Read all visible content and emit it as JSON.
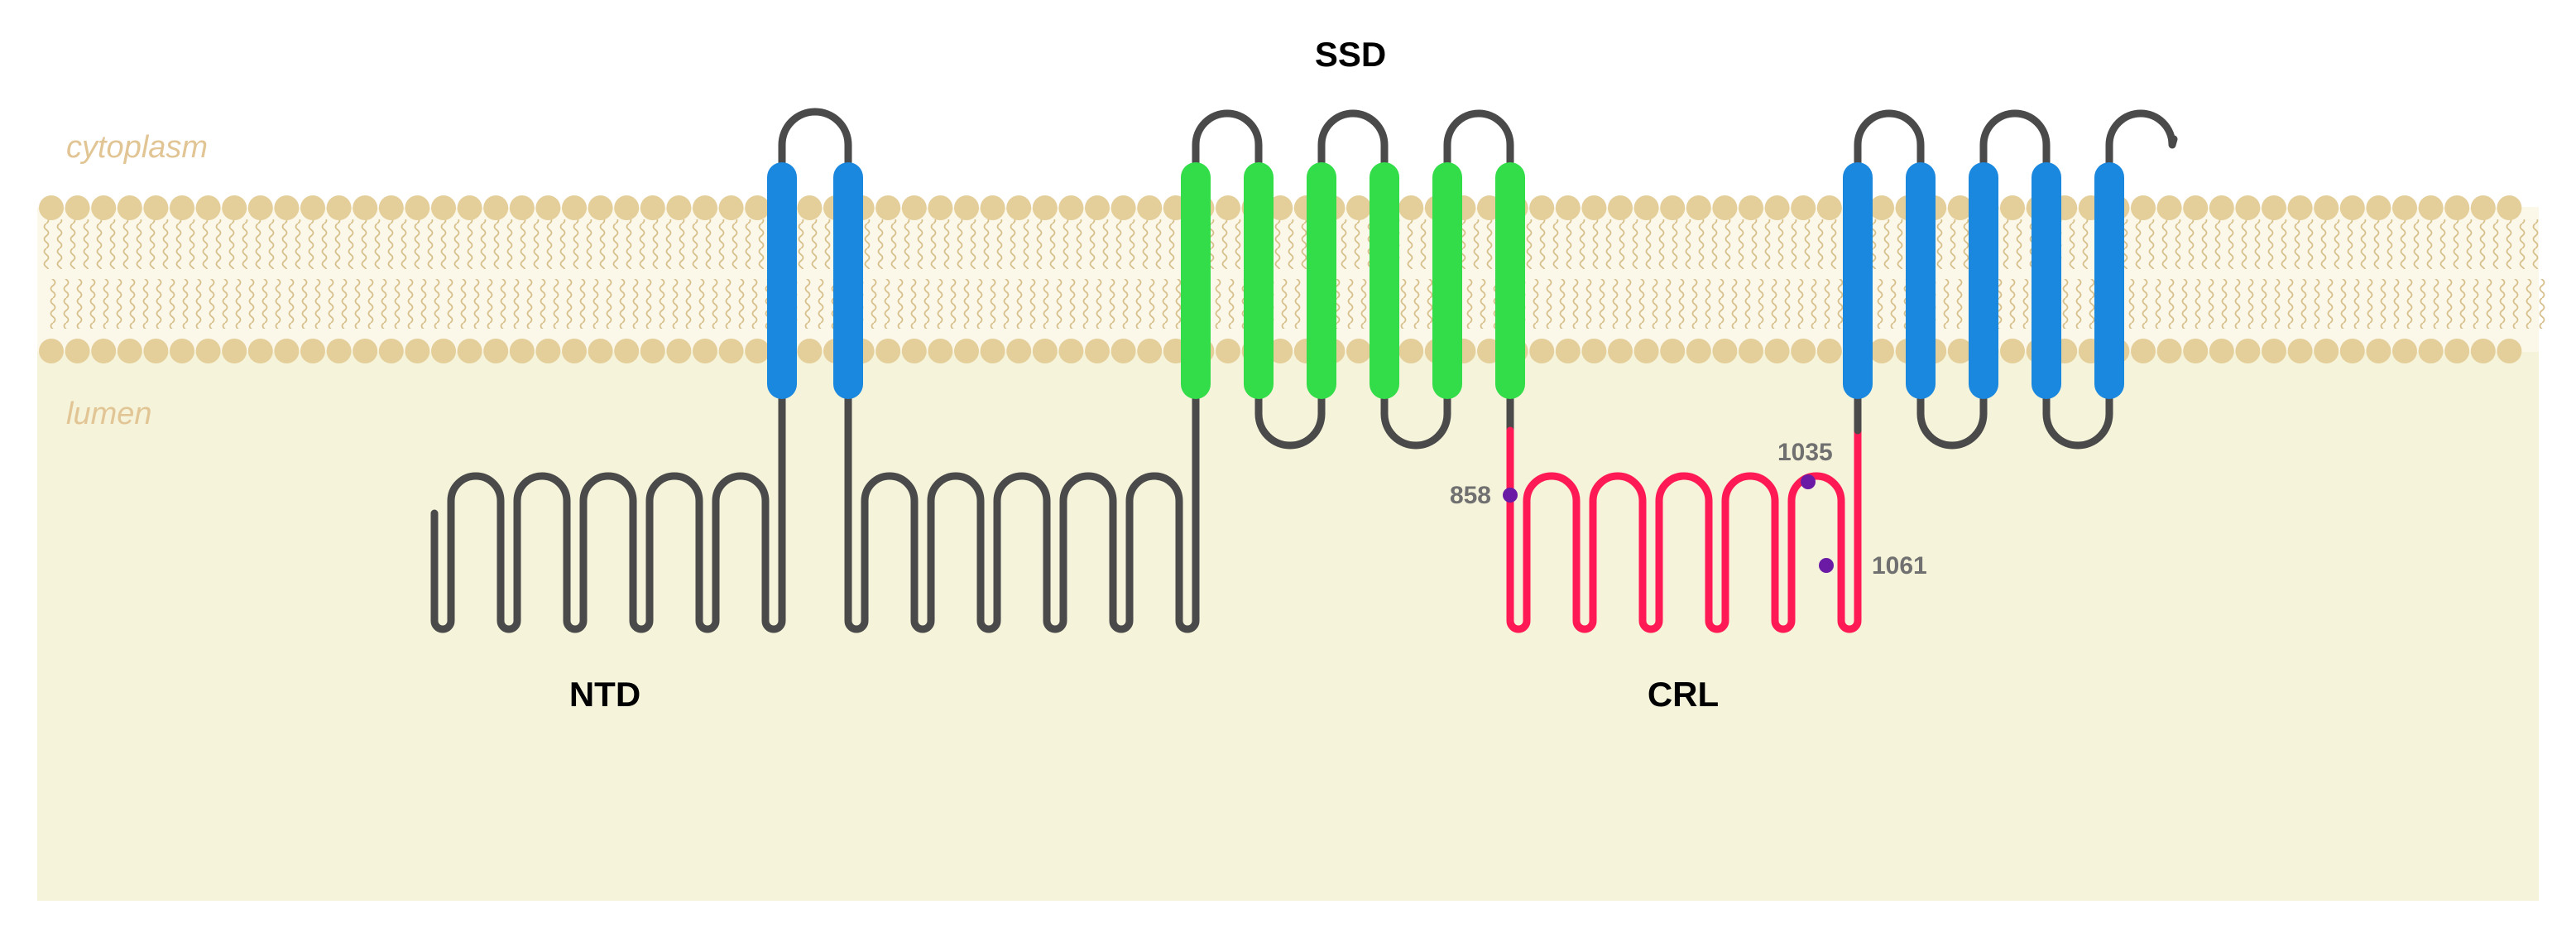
{
  "regions": {
    "cytoplasm": "cytoplasm",
    "lumen": "lumen"
  },
  "domains": {
    "ssd": "SSD",
    "ntd": "NTD",
    "crl": "CRL"
  },
  "residues": {
    "r858": "858",
    "r1035": "1035",
    "r1061": "1061"
  },
  "colors": {
    "lumen_bg": "#f5f3d9",
    "lipid_head": "#e4cf9b",
    "lipid_tail": "#d7c08c",
    "region_label": "#e2c595",
    "backbone": "#4a4a4a",
    "tm_blue": "#1b88e0",
    "tm_green": "#33dd4a",
    "crl_red": "#ff1a55",
    "residue_dot": "#6b1aa6",
    "residue_label": "#707070"
  },
  "icons": {
    "membrane": "lipid-bilayer"
  }
}
